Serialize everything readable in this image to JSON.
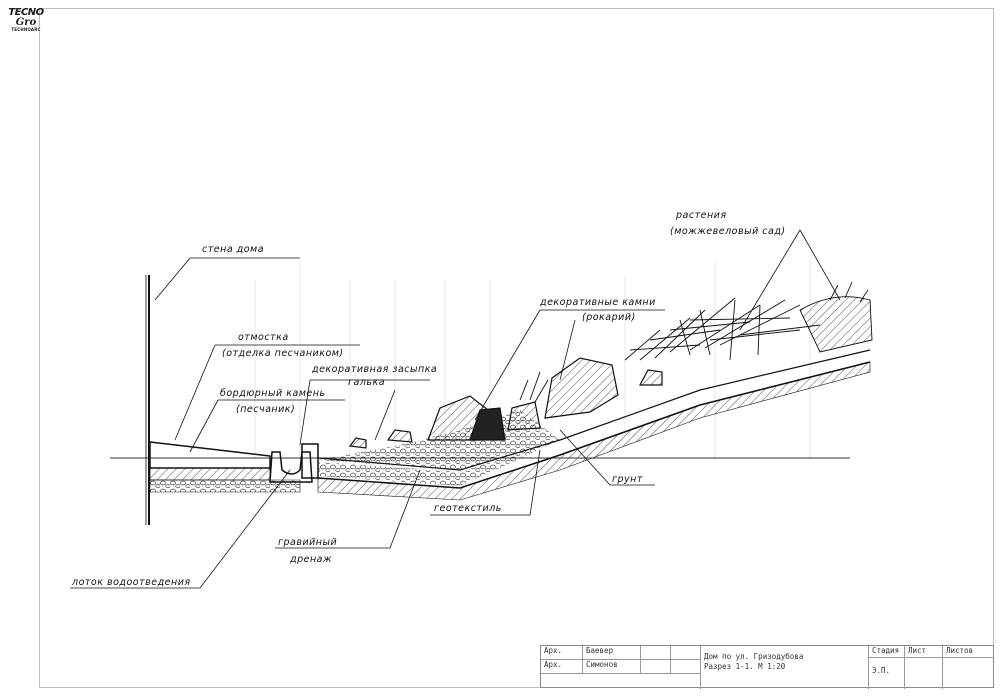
{
  "logo": {
    "line1": "TECNO",
    "line2": "Gro",
    "line3": "TECHNOARC"
  },
  "labels": {
    "house_wall": "стена дома",
    "blind_area": "отмостка",
    "blind_area_note": "(отделка песчаником)",
    "decorative_fill": "декоративная засыпка",
    "pebbles": "галька",
    "curb_stone": "бордюрный камень",
    "curb_stone_note": "(песчаник)",
    "decorative_stones": "декоративные камни",
    "decorative_stones_note": "(рокарий)",
    "plants": "растения",
    "plants_note": "(можжевеловый сад)",
    "soil": "грунт",
    "geotextile": "геотекстиль",
    "gravel_drain_1": "гравийный",
    "gravel_drain_2": "дренаж",
    "drainage_tray": "лоток водоотведения"
  },
  "stamp": {
    "role1": "Арх.",
    "name1": "Баевер",
    "role2": "Арх.",
    "name2": "Симонов",
    "project": "Дом по ул. Гризодубова",
    "section": "Разрез 1-1.  М 1:20",
    "stage_header": "Стадия",
    "sheet_header": "Лист",
    "sheets_header": "Листов",
    "stage": "Э.П.",
    "sheet": "",
    "sheets": ""
  }
}
